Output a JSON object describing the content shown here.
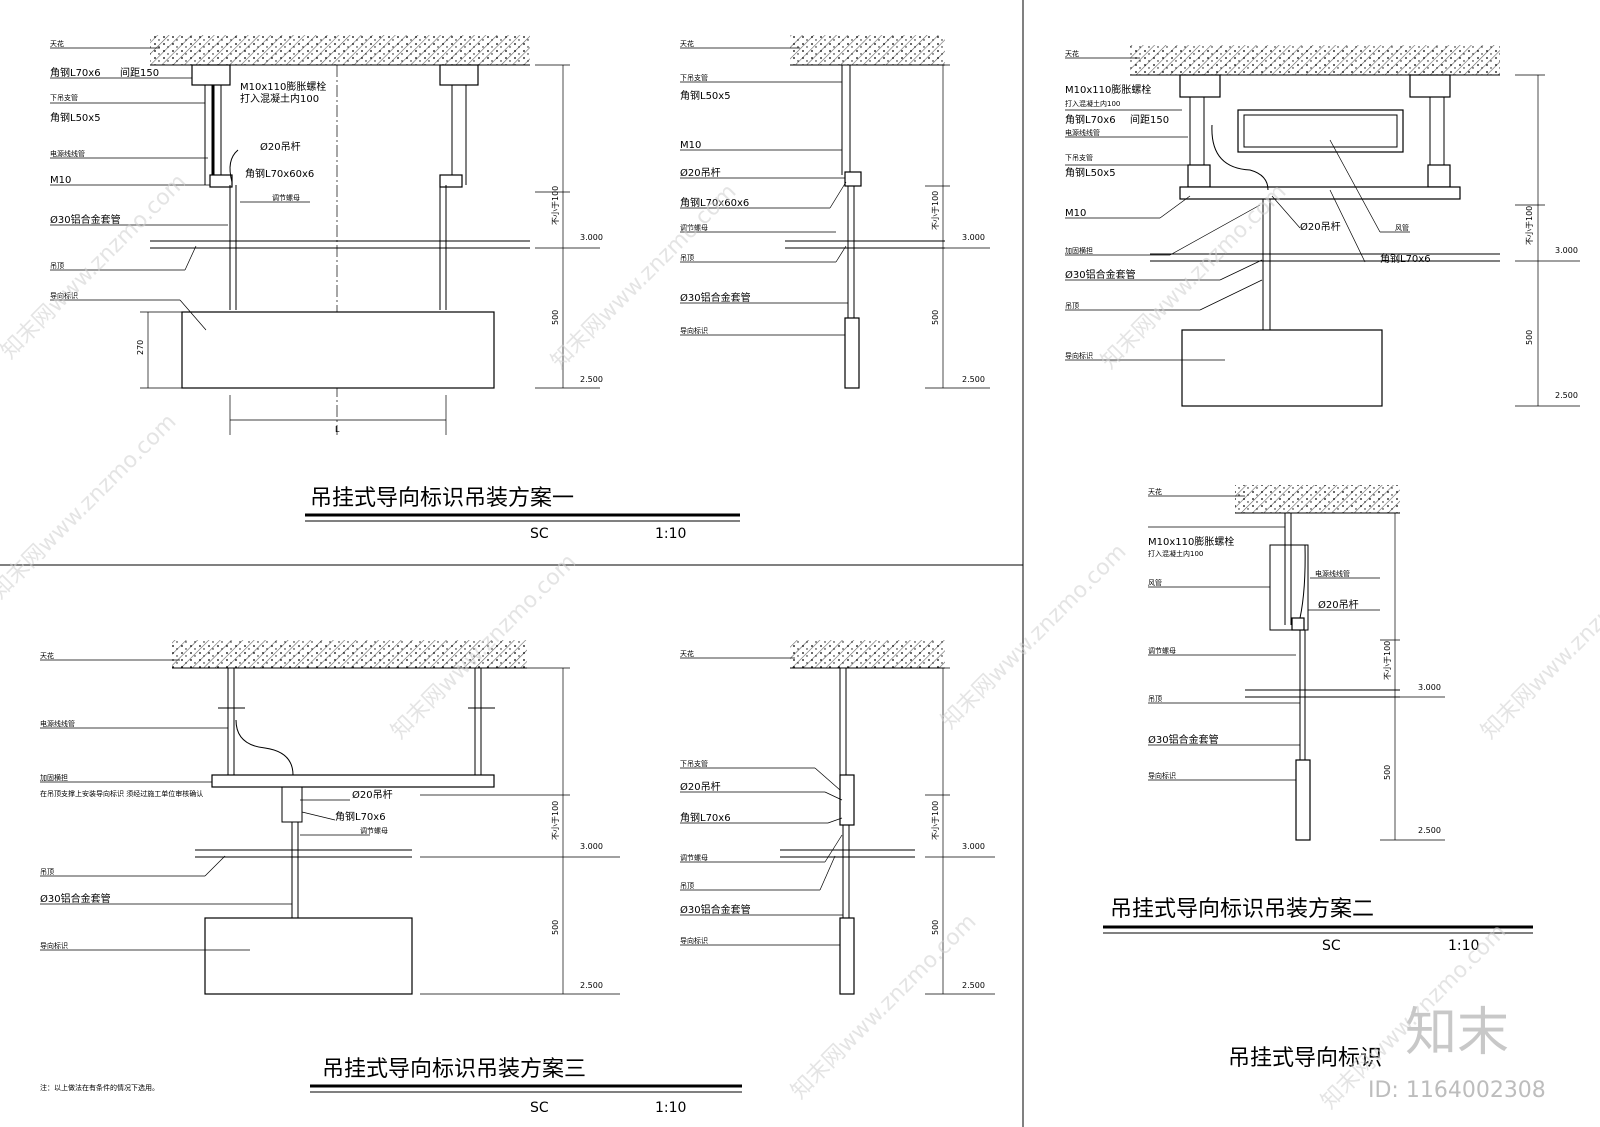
{
  "titles": {
    "scheme1": "吊挂式导向标识吊装方案一",
    "scheme2": "吊挂式导向标识吊装方案二",
    "scheme3": "吊挂式导向标识吊装方案三",
    "scheme4": "吊挂式导向标识"
  },
  "scale": {
    "code": "SC",
    "ratio": "1:10"
  },
  "levels": {
    "upper": "3.000",
    "lower": "2.500"
  },
  "dims": {
    "d500": "500",
    "d270": "270",
    "dL": "L",
    "d100": "不小于100"
  },
  "labels": {
    "ceiling": "天花",
    "angle70x6": "角钢L70x6",
    "spacing150": "间距150",
    "bolt": "M10x110膨胀螺栓",
    "embed100": "打入混凝土内100",
    "hanger": "下吊支管",
    "angle50x5": "角钢L50x5",
    "cable": "电源线线管",
    "m10": "M10",
    "rod20": "Ø20吊杆",
    "angle70x60x6": "角钢L70x60x6",
    "adjust": "调节螺母",
    "pipe30": "Ø30铝合金套管",
    "ceilboard": "吊顶",
    "sign": "导向标识",
    "duct": "风管",
    "crossbar": "加固横担",
    "note3": "在吊顶支撑上安装导向标识 须经过施工单位审核确认",
    "footnote": "注：以上做法在有条件的情况下选用。"
  },
  "watermark": {
    "text": "知末网www.znzmo.com",
    "brand": "知末",
    "id": "ID: 1164002308"
  }
}
